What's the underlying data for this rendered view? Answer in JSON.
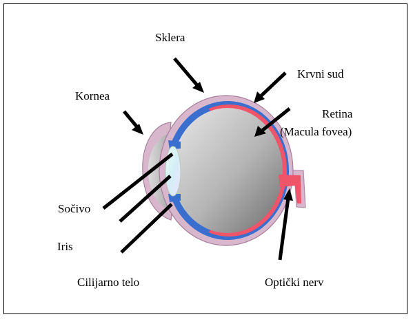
{
  "labels": {
    "sclera": "Sklera",
    "cornea": "Kornea",
    "blood_vessel": "Krvni sud",
    "retina": "Retina",
    "macula": "(Macula fovea)",
    "lens": "Sočivo",
    "iris": "Iris",
    "ciliary_body": "Cilijarno telo",
    "optic_nerve": "Optički nerv"
  },
  "colors": {
    "sclera": "#d8b6cc",
    "sclera_edge": "#b08aa6",
    "choroid": "#3a6fd0",
    "retina": "#f05468",
    "vitreous_light": "#e4e4e4",
    "vitreous_dark": "#7e7e7e",
    "cornea_fill": "#c7c7c7",
    "lens": "#cfeeee",
    "pointer": "#000000"
  }
}
